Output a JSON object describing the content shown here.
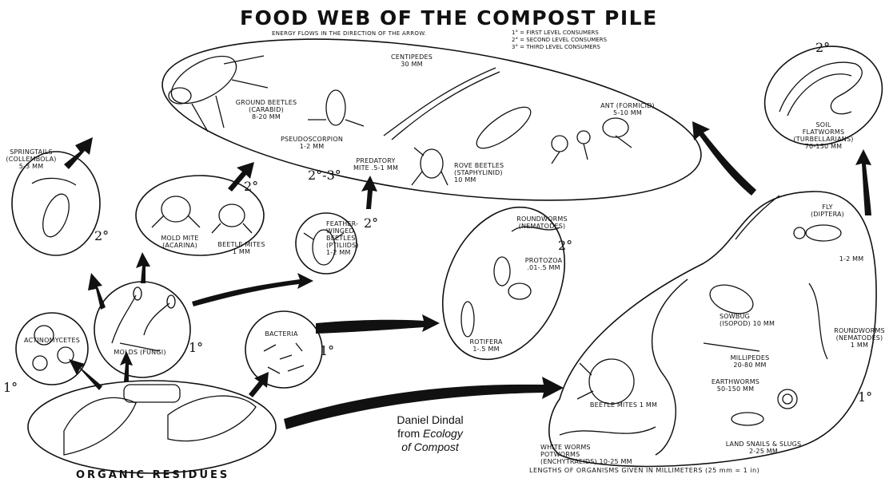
{
  "title": "FOOD WEB OF THE COMPOST PILE",
  "subtitle": "ENERGY FLOWS IN THE DIRECTION OF THE ARROW.",
  "key": {
    "first": "1° = FIRST LEVEL CONSUMERS",
    "second": "2° = SECOND LEVEL CONSUMERS",
    "third": "3° = THIRD LEVEL CONSUMERS"
  },
  "levels": {
    "first": "1°",
    "second": "2°",
    "second_third": "2°-3°"
  },
  "organisms": {
    "centipedes": "CENTIPEDES\n30 mm",
    "ground_beetles": "GROUND BEETLES\n(CARABID)\n8-20 mm",
    "pseudoscorpion": "PSEUDOSCORPION\n1-2 mm",
    "predatory_mite": "PREDATORY\nMITE .5-1 mm",
    "rove_beetles": "ROVE BEETLES\n(STAPHYLINID)\n10 mm",
    "ant": "ANT (FORMICID)\n5-10 mm",
    "soil_flatworms": "SOIL\nFLATWORMS\n(TURBELLARIANS)\n70-150 mm",
    "springtails": "SPRINGTAILS\n(COLLEMBOLA)\n5-3 mm",
    "mold_mite": "MOLD MITE\n(ACARINA)",
    "beetle_mites_small": "BEETLE MITES\n1 mm",
    "feather_winged": "FEATHER-\nWINGED\nBEETLES\n(PTILIIDS)\n1-2 mm",
    "roundworms_nematodes": "ROUNDWORMS\n(NEMATODES)",
    "protozoa": "PROTOZOA\n.01-.5 mm",
    "rotifera": "ROTIFERA\n1-.5 mm",
    "actinomycetes": "ACTINOMYCETES",
    "molds": "MOLDS (FUNGI)",
    "bacteria": "BACTERIA",
    "fly": "FLY\n(DIPTERA)",
    "fly_size": "1-2 mm",
    "sowbug": "SOWBUG\n(ISOPOD) 10 mm",
    "roundworms_large": "ROUNDWORMS\n(NEMATODES)\n1 mm",
    "millipedes": "MILLIPEDES\n20-80 mm",
    "earthworms": "EARTHWORMS\n50-150 mm",
    "beetle_mites_large": "BEETLE MITES 1 mm",
    "land_snails": "LAND SNAILS & SLUGS\n2-25 mm",
    "white_worms": "WHITE WORMS\nPOTWORMS\n(ENCHYTRAEIDS) 10-25 mm"
  },
  "organic_residues": "ORGANIC RESIDUES",
  "credit": {
    "line1": "Daniel Dindal",
    "line2": "from ",
    "line2_em": "Ecology",
    "line3": "of Compost"
  },
  "footer": "LENGTHS OF ORGANISMS GIVEN IN MILLIMETERS (25 mm = 1 in)"
}
